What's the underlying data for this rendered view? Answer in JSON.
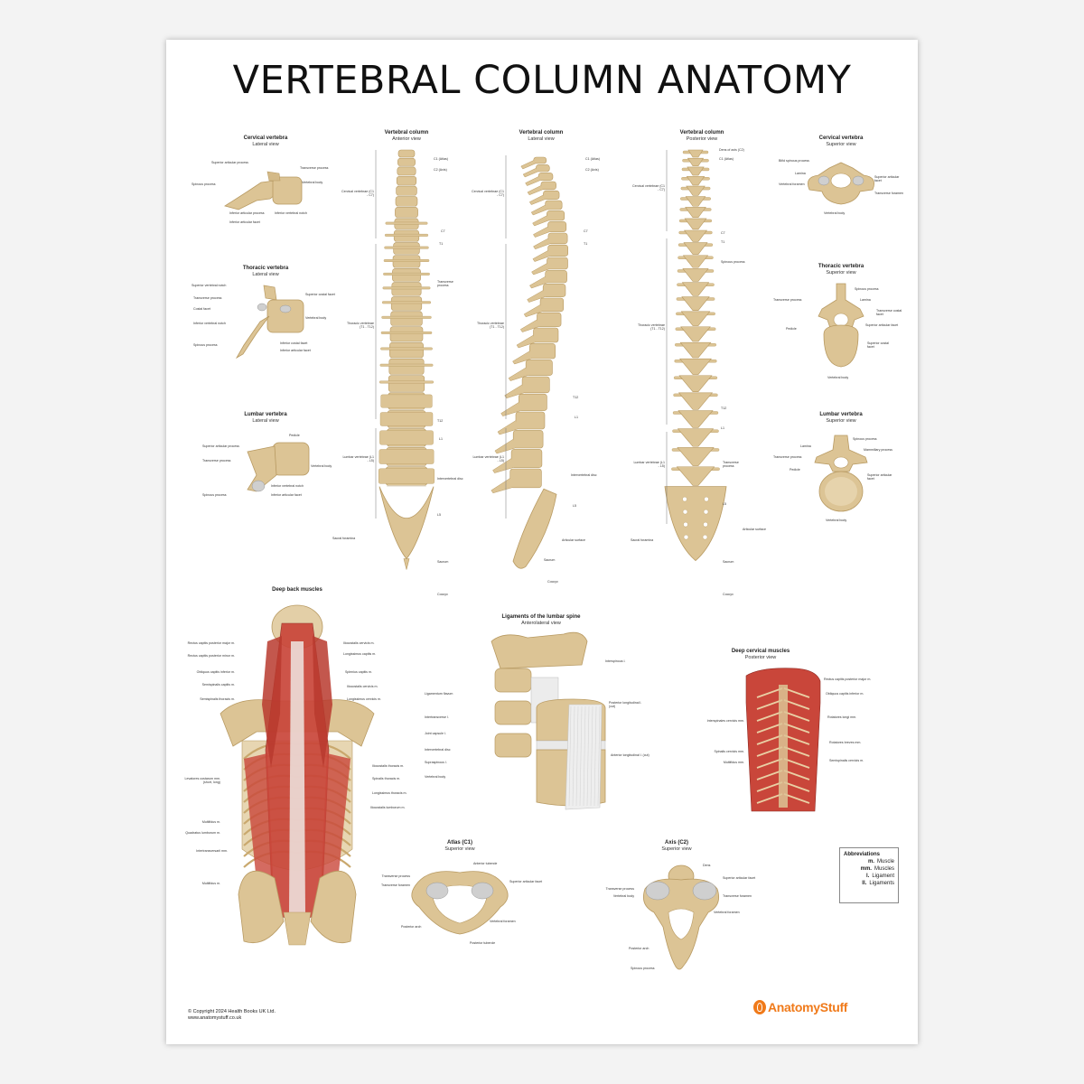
{
  "title": "VERTEBRAL COLUMN ANATOMY",
  "cervical_lateral": {
    "title": "Cervical vertebra",
    "subtitle": "Lateral view",
    "labels": [
      "Superior articular process",
      "Transverse process",
      "Vertebral body",
      "Spinous process",
      "Inferior articular process",
      "Inferior vertebral notch",
      "Inferior articular facet"
    ]
  },
  "thoracic_lateral": {
    "title": "Thoracic vertebra",
    "subtitle": "Lateral view",
    "labels": [
      "Superior vertebral notch",
      "Transverse process",
      "Costal facet",
      "Inferior vertebral notch",
      "Spinous process",
      "Superior costal facet",
      "Vertebral body",
      "Inferior costal facet",
      "Inferior articular facet"
    ]
  },
  "lumbar_lateral": {
    "title": "Lumbar vertebra",
    "subtitle": "Lateral view",
    "labels": [
      "Superior articular process",
      "Transverse process",
      "Spinous process",
      "Pedicle",
      "Vertebral body",
      "Inferior vertebral notch",
      "Inferior articular facet"
    ]
  },
  "column_anterior": {
    "title": "Vertebral column",
    "subtitle": "Anterior view",
    "labels": [
      "C1 (Atlas)",
      "C2 (Axis)",
      "Cervical vertebrae (C1 - C7)",
      "C7",
      "T1",
      "Transverse process",
      "Thoracic vertebrae (T1 - T12)",
      "T12",
      "L1",
      "Lumbar vertebrae (L1 - L5)",
      "Intervertebral disc",
      "L5",
      "Sacral foramina",
      "Sacrum",
      "Coccyx"
    ]
  },
  "column_lateral": {
    "title": "Vertebral column",
    "subtitle": "Lateral view",
    "labels": [
      "C1 (Atlas)",
      "C2 (Axis)",
      "Cervical vertebrae (C1 - C7)",
      "C7",
      "T1",
      "Thoracic vertebrae (T1 - T12)",
      "T12",
      "L1",
      "Lumbar vertebrae (L1 - L5)",
      "Intervertebral disc",
      "L5",
      "Articular surface",
      "Sacrum",
      "Coccyx"
    ]
  },
  "column_posterior": {
    "title": "Vertebral column",
    "subtitle": "Posterior view",
    "labels": [
      "Dens of axis (C2)",
      "C1 (Atlas)",
      "Cervical vertebrae (C1 - C7)",
      "C7",
      "T1",
      "Spinous process",
      "Thoracic vertebrae (T1 - T12)",
      "T12",
      "L1",
      "Lumbar vertebrae (L1 - L5)",
      "Transverse process",
      "L5",
      "Articular surface",
      "Sacral foramina",
      "Sacrum",
      "Coccyx"
    ]
  },
  "cervical_superior": {
    "title": "Cervical vertebra",
    "subtitle": "Superior view",
    "labels": [
      "Bifid spinous process",
      "Lamina",
      "Vertebral foramen",
      "Superior articular facet",
      "Transverse foramen",
      "Vertebral body"
    ]
  },
  "thoracic_superior": {
    "title": "Thoracic vertebra",
    "subtitle": "Superior view",
    "labels": [
      "Spinous process",
      "Transverse process",
      "Lamina",
      "Transverse costal facet",
      "Pedicle",
      "Superior articular facet",
      "Superior costal facet",
      "Vertebral body"
    ]
  },
  "lumbar_superior": {
    "title": "Lumbar vertebra",
    "subtitle": "Superior view",
    "labels": [
      "Spinous process",
      "Lamina",
      "Mammillary process",
      "Transverse process",
      "Pedicle",
      "Superior articular facet",
      "Vertebral body"
    ]
  },
  "deep_back": {
    "title": "Deep back muscles",
    "labels": [
      "Rectus capitis posterior major m.",
      "Rectus capitis posterior minor m.",
      "Obliquus capitis inferior m.",
      "Semispinalis capitis m.",
      "Semispinalis thoracis m.",
      "Levatores costarum mm. (short, long)",
      "Multifidus m.",
      "Quadratus lumborum m.",
      "Intertransversarii mm.",
      "Multifidus m.",
      "Iliocostalis cervicis m.",
      "Longissimus capitis m.",
      "Splenius capitis m.",
      "Iliocostalis cervicis m.",
      "Longissimus cervicis m.",
      "Iliocostalis thoracis m.",
      "Spinalis thoracis m.",
      "Longissimus thoracis m.",
      "Iliocostalis lumborum m."
    ]
  },
  "ligaments": {
    "title": "Ligaments of the lumbar spine",
    "subtitle": "Anterolateral view",
    "labels": [
      "Ligamentum flavum",
      "Interspinous l.",
      "Intertransverse l.",
      "Joint capsule l.",
      "Intervertebral disc",
      "Supraspinous l.",
      "Vertebral body",
      "Posterior longitudinal l. (cut)",
      "Anterior longitudinal l. (cut)"
    ]
  },
  "deep_cervical": {
    "title": "Deep cervical muscles",
    "subtitle": "Posterior view",
    "labels": [
      "Rectus capitis posterior major m.",
      "Obliquus capitis inferior m.",
      "Rotatores longi mm.",
      "Interspinales cervicis mm.",
      "Rotatores breves mm.",
      "Spinalis cervicis mm.",
      "Semispinalis cervicis m.",
      "Multifidus mm."
    ]
  },
  "atlas": {
    "title": "Atlas (C1)",
    "subtitle": "Superior view",
    "labels": [
      "Anterior tubercle",
      "Transverse process",
      "Superior articular facet",
      "Transverse foramen",
      "Vertebral foramen",
      "Posterior arch",
      "Posterior tubercle"
    ]
  },
  "axis": {
    "title": "Axis (C2)",
    "subtitle": "Superior view",
    "labels": [
      "Dens",
      "Superior articular facet",
      "Transverse process",
      "Transverse foramen",
      "Vertebral body",
      "Vertebral foramen",
      "Posterior arch",
      "Spinous process"
    ]
  },
  "abbreviations": {
    "title": "Abbreviations",
    "rows": [
      {
        "key": "m.",
        "value": "Muscle"
      },
      {
        "key": "mm.",
        "value": "Muscles"
      },
      {
        "key": "l.",
        "value": "Ligament"
      },
      {
        "key": "ll.",
        "value": "Ligaments"
      }
    ]
  },
  "footer": {
    "copyright": "© Copyright 2024 Health Books UK Ltd.",
    "website": "www.anatomystuff.co.uk",
    "brand": "AnatomyStuff"
  },
  "colors": {
    "bone": "#dcc495",
    "bone_dark": "#b89a62",
    "muscle": "#c9463a",
    "brand": "#f07a1a"
  }
}
